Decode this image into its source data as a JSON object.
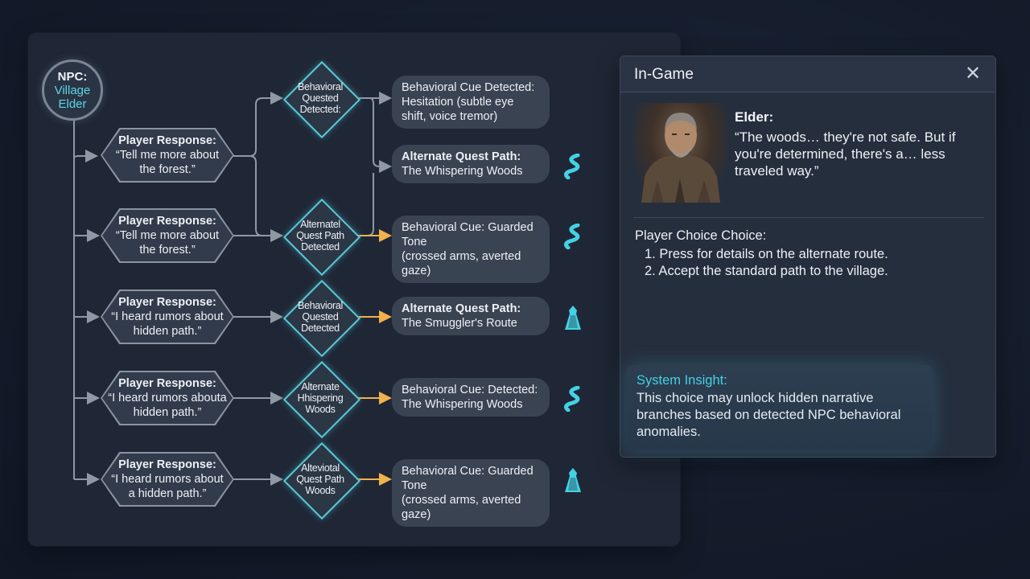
{
  "npc": {
    "line1": "NPC:",
    "line2": "Village",
    "line3": "Elder"
  },
  "responses": [
    {
      "title": "Player Response:",
      "line1": "“Tell me more about",
      "line2": "the forest.”"
    },
    {
      "title": "Player Response:",
      "line1": "“Tell me more about",
      "line2": "the forest.”"
    },
    {
      "title": "Player Response:",
      "line1": "“I heard rumors about",
      "line2": "hidden path.”"
    },
    {
      "title": "Player Response:",
      "line1": "“I heard rumors abouta",
      "line2": "hidden path.”"
    },
    {
      "title": "Player Response:",
      "line1": "“I heard rumors about",
      "line2": "a hidden path.”"
    }
  ],
  "decisions": [
    {
      "lines": [
        "Behavioral",
        "Quested",
        "Detected:"
      ]
    },
    {
      "lines": [
        "Alternatel",
        "Quest Path",
        "Detected"
      ]
    },
    {
      "lines": [
        "Behavioral",
        "Quested",
        "Detected"
      ]
    },
    {
      "lines": [
        "Alternate",
        "Hhispering",
        "Woods"
      ]
    },
    {
      "lines": [
        "Alteviotal",
        "Quest Path",
        "Woods"
      ]
    }
  ],
  "outcomes": [
    {
      "title": "Behavioral Cue Detected:",
      "detail": "Hesitation (subtle eye shift, voice tremor)",
      "icon": ""
    },
    {
      "title": "Alternate Quest Path:",
      "detail": "The Whispering Woods",
      "icon": "winding-path-icon"
    },
    {
      "title": "Behavioral Cue: Guarded Tone",
      "detail": "(crossed arms, averted gaze)",
      "icon": "winding-path-icon"
    },
    {
      "title": "Alternate Quest Path:",
      "detail": "The Smuggler's Route",
      "icon": "cloaked-figure-icon"
    },
    {
      "title": "Behavioral Cue: Detected:",
      "detail": "The Whispering Woods",
      "icon": "winding-path-icon"
    },
    {
      "title": "Behavioral Cue: Guarded Tone",
      "detail": "(crossed arms, averted gaze)",
      "icon": "cloaked-figure-icon"
    }
  ],
  "game_panel": {
    "title": "In-Game",
    "close": "✕",
    "speaker": "Elder:",
    "quote": "“The woods… they're not safe. But if you're determined, there's a… less traveled way.”",
    "choice_title": "Player Choice Choice:",
    "choices": [
      "1. Press for details on the alternate route.",
      "2. Accept the standard path to the village."
    ],
    "insight_title": "System Insight:",
    "insight_body": "This choice may unlock hidden narrative branches based on detected NPC behavioral anomalies."
  },
  "colors": {
    "accent": "#45d1e4",
    "arrow_orange": "#f0b24a",
    "connector": "#8f98a5"
  }
}
